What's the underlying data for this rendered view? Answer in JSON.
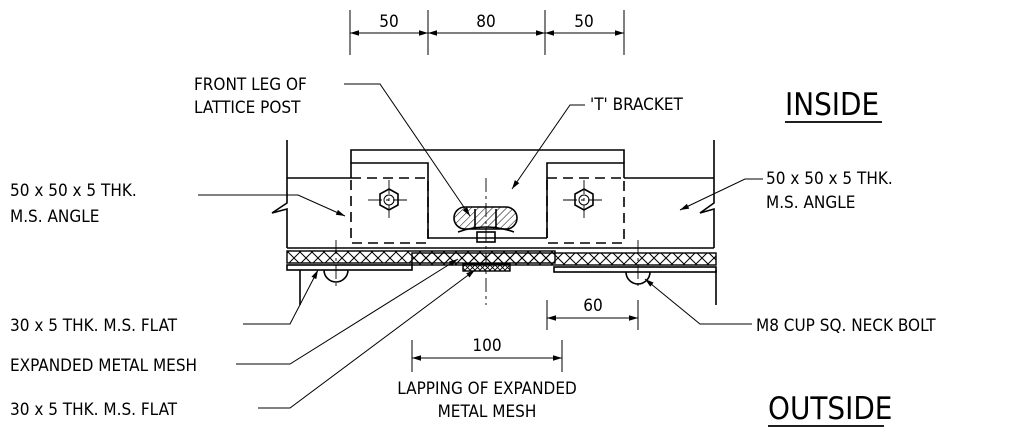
{
  "dimensions": {
    "top_left": "50",
    "top_middle": "80",
    "top_right": "50",
    "right_lower": "60",
    "center_lower": "100"
  },
  "labels": {
    "front_leg_line1": "FRONT LEG OF",
    "front_leg_line2": "LATTICE POST",
    "t_bracket": "'T' BRACKET",
    "left_angle_line1": "50 x 50 x 5 THK.",
    "left_angle_line2": "M.S. ANGLE",
    "right_angle_line1": "50 x 50 x 5 THK.",
    "right_angle_line2": "M.S. ANGLE",
    "flat_upper": "30 x 5 THK. M.S. FLAT",
    "mesh": "EXPANDED METAL MESH",
    "flat_lower": "30 x 5 THK. M.S. FLAT",
    "bolt": "M8 CUP SQ. NECK BOLT",
    "lapping_line1": "LAPPING OF EXPANDED",
    "lapping_line2": "METAL MESH"
  },
  "sides": {
    "inside": "INSIDE",
    "outside": "OUTSIDE"
  }
}
